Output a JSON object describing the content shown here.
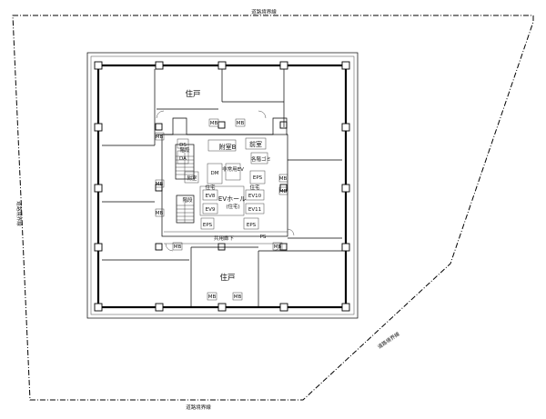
{
  "labels": {
    "boundary_top": "道路境界線",
    "boundary_left": "道路境界線",
    "boundary_bottom": "道路境界線",
    "boundary_right": "道路境界線",
    "unit_top": "住戸",
    "unit_bottom": "住戸",
    "stair_top": "階段",
    "stair_bottom": "階段",
    "annex_b": "附室B",
    "annex_a": "附室",
    "anteroom": "前室",
    "garbage": "各階ゴミ",
    "service_ev": "非常用EV",
    "ev_hall": "EVホール",
    "ev_hall_sub": "(住宅)",
    "common_corridor": "共用廊下",
    "ev8": "EV8",
    "ev9": "EV9",
    "ev10": "EV10",
    "ev11": "EV11",
    "eps_a": "EPS",
    "eps_b": "EPS",
    "eps_c": "EPS",
    "ps": "PS",
    "ds": "DS",
    "da": "DA",
    "dm": "DM",
    "ev_high": "住宅",
    "ev_low": "住宅",
    "mb": "MB"
  }
}
